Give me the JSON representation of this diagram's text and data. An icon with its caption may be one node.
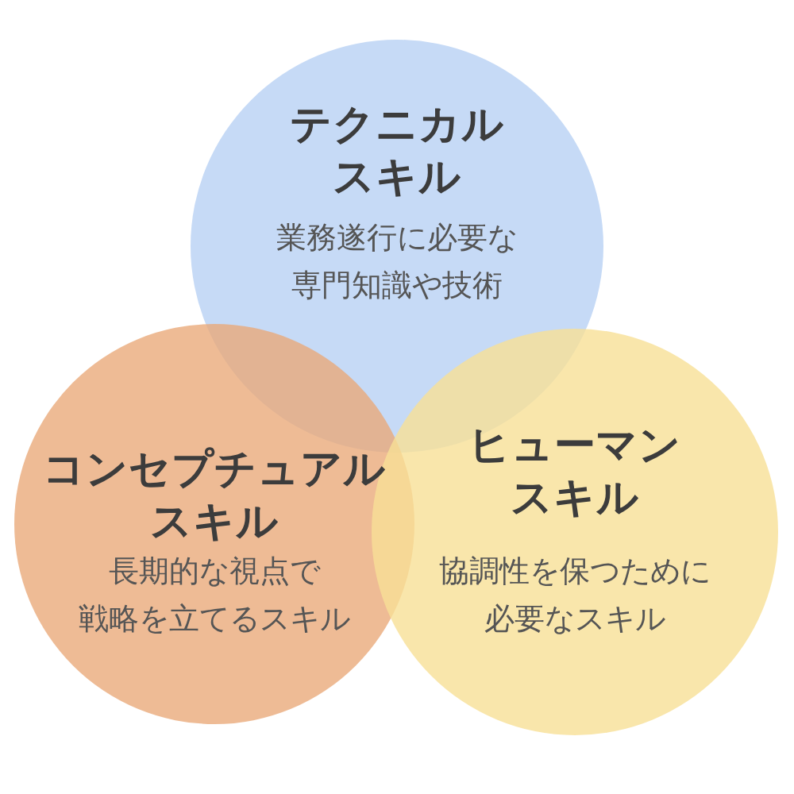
{
  "diagram": {
    "nodes": [
      {
        "text": [
          "テクニカルスキル",
          "業務遂行に必要な専門知識や技術"
        ]
      },
      {
        "text": [
          "コンセプチュアルスキル",
          "長期的な視点で戦略を立てるスキル"
        ]
      },
      {
        "text": [
          "ヒューマンスキル",
          "協調性を保つために必要なスキル"
        ]
      }
    ]
  }
}
